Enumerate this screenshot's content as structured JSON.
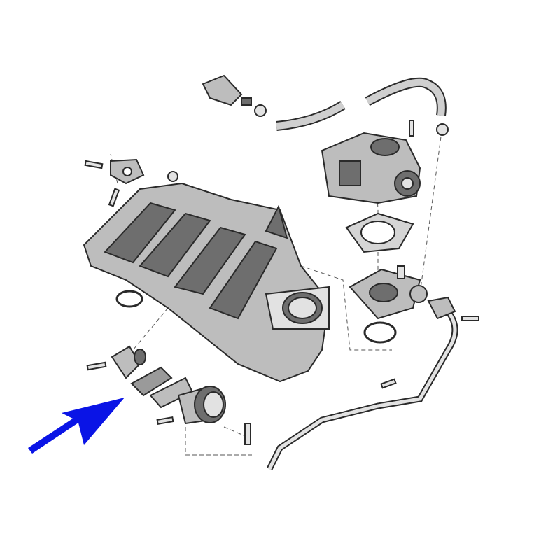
{
  "diagram": {
    "style": "exploded parts illustration, grayscale line art",
    "colors": {
      "background": "#ffffff",
      "part_fill": "#bdbdbd",
      "part_dark": "#6e6e6e",
      "part_light": "#e2e2e2",
      "outline": "#2a2a2a",
      "leader_line": "#555555",
      "hose_fill": "#cfcfcf",
      "pointer_arrow": "#0a14e6"
    },
    "pointer": {
      "icon": "arrow-icon",
      "direction": "up-right",
      "target": "egr-valve-gasket"
    }
  }
}
